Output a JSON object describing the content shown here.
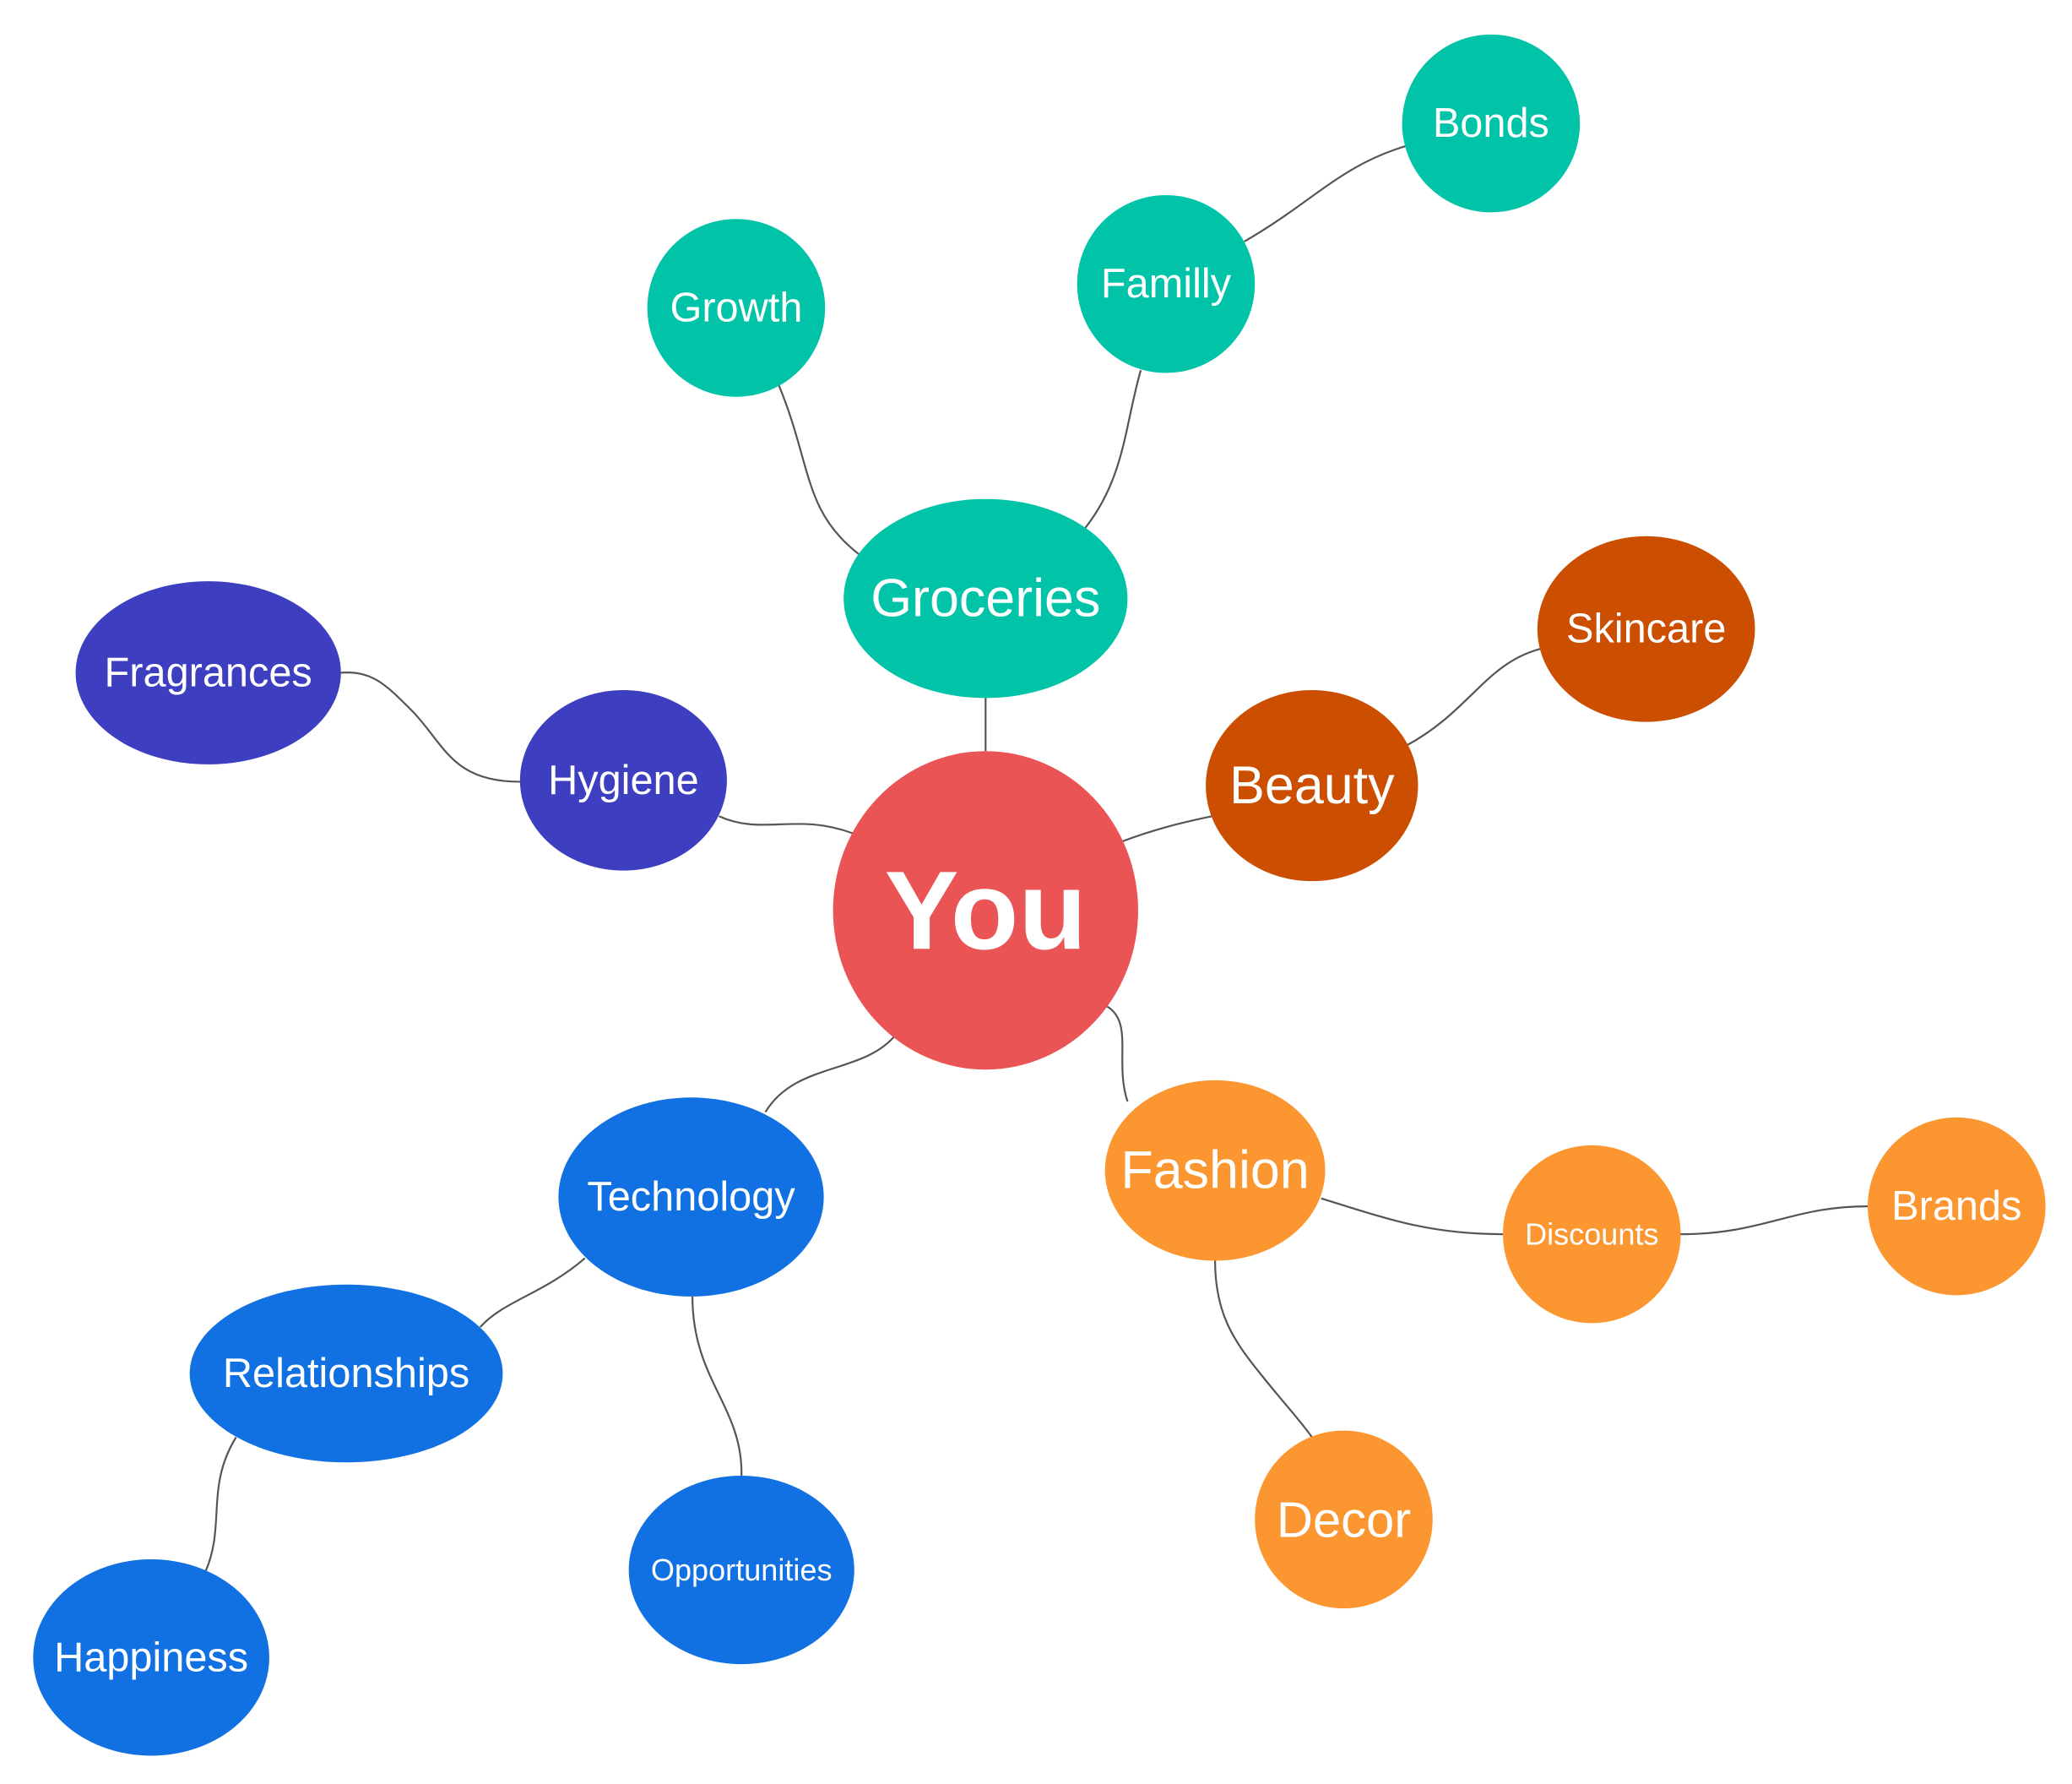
{
  "colors": {
    "center": "#EA5455",
    "teal": "#00C3A8",
    "indigo": "#3D3FC0",
    "rust": "#CC4E00",
    "orange": "#FB9631",
    "blue": "#1171E2",
    "edge": "#555555"
  },
  "nodes": [
    {
      "id": "you",
      "label": "You",
      "color": "center"
    },
    {
      "id": "groceries",
      "label": "Groceries",
      "color": "teal"
    },
    {
      "id": "growth",
      "label": "Growth",
      "color": "teal"
    },
    {
      "id": "familly",
      "label": "Familly",
      "color": "teal"
    },
    {
      "id": "bonds",
      "label": "Bonds",
      "color": "teal"
    },
    {
      "id": "hygiene",
      "label": "Hygiene",
      "color": "indigo"
    },
    {
      "id": "fragrances",
      "label": "Fragrances",
      "color": "indigo"
    },
    {
      "id": "beauty",
      "label": "Beauty",
      "color": "rust"
    },
    {
      "id": "skincare",
      "label": "Skincare",
      "color": "rust"
    },
    {
      "id": "fashion",
      "label": "Fashion",
      "color": "orange"
    },
    {
      "id": "discounts",
      "label": "Discounts",
      "color": "orange"
    },
    {
      "id": "brands",
      "label": "Brands",
      "color": "orange"
    },
    {
      "id": "decor",
      "label": "Decor",
      "color": "orange"
    },
    {
      "id": "technology",
      "label": "Technology",
      "color": "blue"
    },
    {
      "id": "relationships",
      "label": "Relationships",
      "color": "blue"
    },
    {
      "id": "happiness",
      "label": "Happiness",
      "color": "blue"
    },
    {
      "id": "opportunities",
      "label": "Opportunities",
      "color": "blue"
    }
  ],
  "edges": [
    {
      "from": "you",
      "to": "groceries"
    },
    {
      "from": "groceries",
      "to": "growth"
    },
    {
      "from": "groceries",
      "to": "familly"
    },
    {
      "from": "familly",
      "to": "bonds"
    },
    {
      "from": "you",
      "to": "hygiene"
    },
    {
      "from": "hygiene",
      "to": "fragrances"
    },
    {
      "from": "you",
      "to": "beauty"
    },
    {
      "from": "beauty",
      "to": "skincare"
    },
    {
      "from": "you",
      "to": "fashion"
    },
    {
      "from": "fashion",
      "to": "discounts"
    },
    {
      "from": "discounts",
      "to": "brands"
    },
    {
      "from": "fashion",
      "to": "decor"
    },
    {
      "from": "you",
      "to": "technology"
    },
    {
      "from": "technology",
      "to": "relationships"
    },
    {
      "from": "relationships",
      "to": "happiness"
    },
    {
      "from": "technology",
      "to": "opportunities"
    }
  ]
}
